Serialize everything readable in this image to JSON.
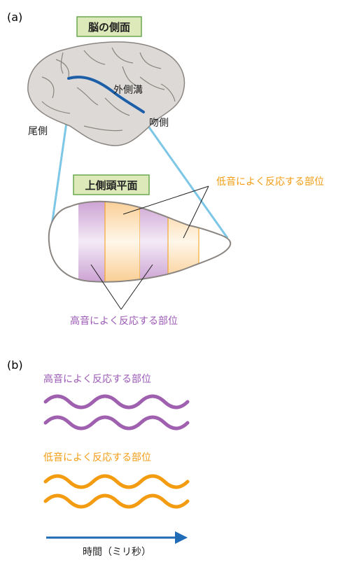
{
  "panel_a": {
    "label": "(a)",
    "title_box": "脳の側面",
    "sulcus_label": "外側溝",
    "caudal_label": "尾側",
    "rostral_label": "吻側",
    "zoom_box": "上側頭平面",
    "low_tone_label": "低音によく反応する部位",
    "high_tone_label": "高音によく反応する部位"
  },
  "panel_b": {
    "label": "(b)",
    "high_tone_label": "高音によく反応する部位",
    "low_tone_label": "低音によく反応する部位",
    "time_axis_label": "時間（ミリ秒）"
  },
  "colors": {
    "title_box_fill": "#dde9b8",
    "title_box_border": "#6aa84f",
    "brain_fill": "#dcd9d6",
    "sulcus": "#1c5fa8",
    "zoom_lines": "#7cc6e6",
    "purple": "#9b59b6",
    "orange": "#f39c12",
    "arrow": "#1f6bb5"
  }
}
